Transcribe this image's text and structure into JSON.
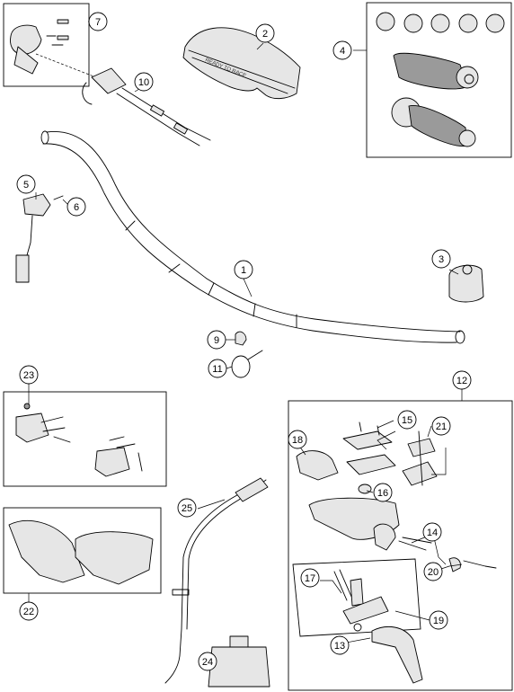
{
  "diagram": {
    "callouts": [
      {
        "id": "c1",
        "label": "1"
      },
      {
        "id": "c2",
        "label": "2"
      },
      {
        "id": "c3",
        "label": "3"
      },
      {
        "id": "c4",
        "label": "4"
      },
      {
        "id": "c5",
        "label": "5"
      },
      {
        "id": "c6",
        "label": "6"
      },
      {
        "id": "c7",
        "label": "7"
      },
      {
        "id": "c9",
        "label": "9"
      },
      {
        "id": "c10",
        "label": "10"
      },
      {
        "id": "c11",
        "label": "11"
      },
      {
        "id": "c12",
        "label": "12"
      },
      {
        "id": "c13",
        "label": "13"
      },
      {
        "id": "c14",
        "label": "14"
      },
      {
        "id": "c15",
        "label": "15"
      },
      {
        "id": "c16",
        "label": "16"
      },
      {
        "id": "c17",
        "label": "17"
      },
      {
        "id": "c18",
        "label": "18"
      },
      {
        "id": "c19",
        "label": "19"
      },
      {
        "id": "c20",
        "label": "20"
      },
      {
        "id": "c21",
        "label": "21"
      },
      {
        "id": "c22",
        "label": "22"
      },
      {
        "id": "c23",
        "label": "23"
      },
      {
        "id": "c24",
        "label": "24"
      },
      {
        "id": "c25",
        "label": "25"
      }
    ],
    "pad_print": "READY TO RACE"
  }
}
